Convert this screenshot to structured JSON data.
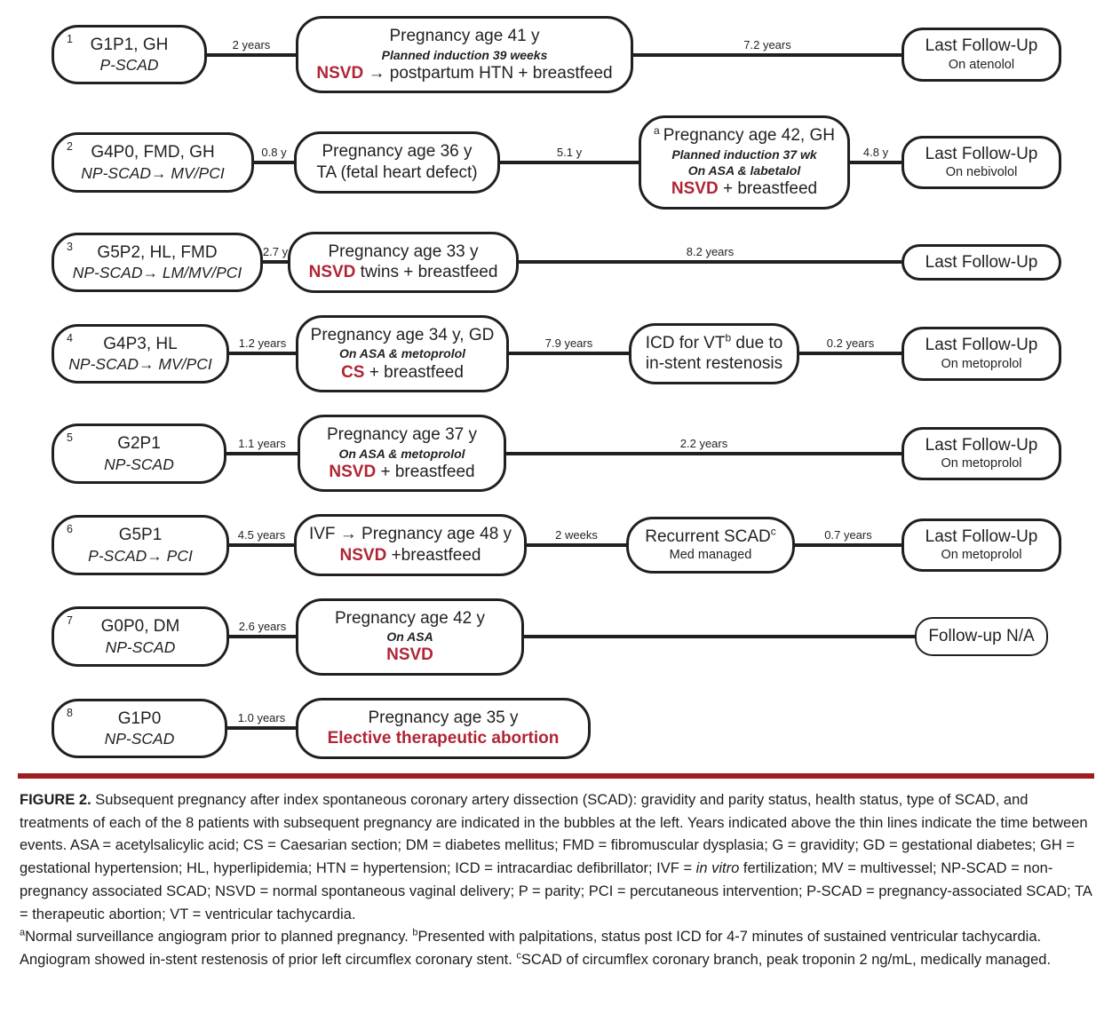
{
  "colors": {
    "ink": "#231f20",
    "accent_red": "#b02535",
    "rule_red": "#9f1c20"
  },
  "rows": [
    {
      "num": "1",
      "patient_line1": "G1P1, GH",
      "patient_line2": "P-SCAD",
      "time1": "2 years",
      "preg_title": "Pregnancy age 41 y",
      "preg_sub": "Planned induction 39 weeks",
      "preg_red": "NSVD",
      "preg_rest": " → postpartum HTN + breastfeed",
      "time2": "7.2 years",
      "fu_line1": "Last Follow-Up",
      "fu_line2": "On atenolol"
    },
    {
      "num": "2",
      "patient_line1": "G4P0, FMD, GH",
      "patient_line2": "NP-SCAD→ MV/PCI",
      "time1": "0.8 y",
      "preg_title": "Pregnancy age 36 y",
      "preg_line2": "TA (fetal heart defect)",
      "time2": "5.1 y",
      "preg2_sup": "a",
      "preg2_title": "Pregnancy age 42, GH",
      "preg2_sub1": "Planned induction 37 wk",
      "preg2_sub2": "On ASA & labetalol",
      "preg2_red": "NSVD",
      "preg2_rest": " + breastfeed",
      "time3": "4.8 y",
      "fu_line1": "Last Follow-Up",
      "fu_line2": "On nebivolol"
    },
    {
      "num": "3",
      "patient_line1": "G5P2, HL, FMD",
      "patient_line2": "NP-SCAD→ LM/MV/PCI",
      "time1": "2.7 y",
      "preg_title": "Pregnancy age 33 y",
      "preg_red": "NSVD",
      "preg_rest": " twins + breastfeed",
      "time2": "8.2 years",
      "fu_line1": "Last Follow-Up"
    },
    {
      "num": "4",
      "patient_line1": "G4P3, HL",
      "patient_line2": "NP-SCAD→ MV/PCI",
      "time1": "1.2 years",
      "preg_title": "Pregnancy age 34 y, GD",
      "preg_sub": "On ASA & metoprolol",
      "preg_red": "CS",
      "preg_rest": " + breastfeed",
      "time2": "7.9 years",
      "mid_title1": "ICD for VT",
      "mid_sup": "b",
      "mid_title1b": " due to",
      "mid_line2": "in-stent restenosis",
      "time3": "0.2 years",
      "fu_line1": "Last Follow-Up",
      "fu_line2": "On metoprolol"
    },
    {
      "num": "5",
      "patient_line1": "G2P1",
      "patient_line2": "NP-SCAD",
      "time1": "1.1 years",
      "preg_title": "Pregnancy age 37 y",
      "preg_sub": "On ASA & metoprolol",
      "preg_red": "NSVD",
      "preg_rest": " + breastfeed",
      "time2": "2.2 years",
      "fu_line1": "Last Follow-Up",
      "fu_line2": "On metoprolol"
    },
    {
      "num": "6",
      "patient_line1": "G5P1",
      "patient_line2": "P-SCAD→ PCI",
      "time1": "4.5 years",
      "preg_title": "IVF → Pregnancy age 48 y",
      "preg_red": "NSVD",
      "preg_rest": " +breastfeed",
      "time2": "2 weeks",
      "mid_title1": "Recurrent SCAD",
      "mid_sup": "c",
      "mid_line2": "Med managed",
      "time3": "0.7 years",
      "fu_line1": "Last Follow-Up",
      "fu_line2": "On metoprolol"
    },
    {
      "num": "7",
      "patient_line1": "G0P0, DM",
      "patient_line2": "NP-SCAD",
      "time1": "2.6 years",
      "preg_title": "Pregnancy age 42 y",
      "preg_sub": "On ASA",
      "preg_red": "NSVD",
      "fu_line1": "Follow-up N/A"
    },
    {
      "num": "8",
      "patient_line1": "G1P0",
      "patient_line2": "NP-SCAD",
      "time1": "1.0 years",
      "preg_title": "Pregnancy age 35 y",
      "preg_red": "Elective therapeutic abortion"
    }
  ],
  "caption": {
    "label": "FIGURE 2.",
    "seg1": " Subsequent pregnancy after index spontaneous coronary artery dissection (SCAD): gravidity and parity status, health status, type of SCAD, and treatments of each of the 8 patients with subsequent pregnancy are indicated in the bubbles at the left. Years indicated above the thin lines indicate the time between events. ASA = acetylsalicylic acid; CS = Caesarian section; DM = diabetes mellitus; FMD = fibromuscular dysplasia; G = gravidity; GD = gestational diabetes; GH = gestational hypertension; HL, hyperlipidemia; HTN = hypertension; ICD = intracardiac defibrillator; IVF = ",
    "italic1": "in vitro",
    "seg2": " fertilization; MV = multivessel; NP-SCAD = non-pregnancy associated SCAD; NSVD = normal spontaneous vaginal delivery; P = parity; PCI = percutaneous intervention; P-SCAD = pregnancy-associated SCAD; TA = therapeutic abortion; VT = ventricular tachycardia.",
    "fn_a_sup": "a",
    "fn_a": "Normal surveillance angiogram prior to planned pregnancy. ",
    "fn_b_sup": "b",
    "fn_b": "Presented with palpitations, status post ICD for 4-7 minutes of sustained ventricular tachycardia. Angiogram showed in-stent restenosis of prior left circumflex coronary stent. ",
    "fn_c_sup": "c",
    "fn_c": "SCAD of circumflex coronary branch, peak troponin 2 ng/mL, medically managed."
  }
}
